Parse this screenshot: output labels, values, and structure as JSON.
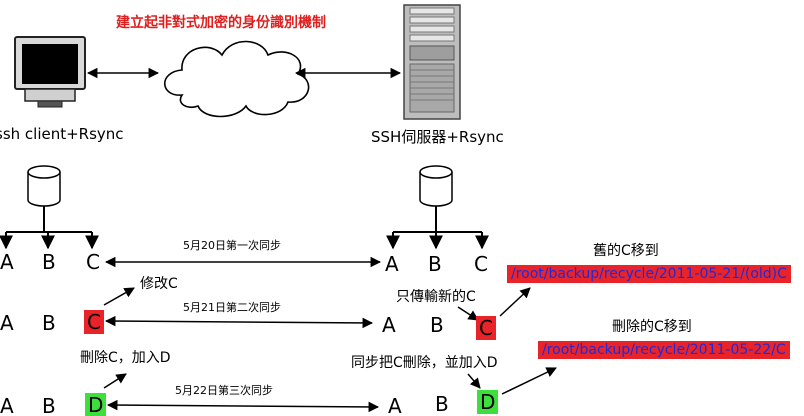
{
  "title": "建立起非對式加密的身份識別機制",
  "client_label": "ssh client+Rsync",
  "server_label": "SSH伺服器+Rsync",
  "files": [
    "A",
    "B",
    "C"
  ],
  "row3_last": "D",
  "sync_labels": [
    "5月20日第一次同步",
    "5月21日第二次同步",
    "5月22日第三次同步"
  ],
  "modify_label": "修改C",
  "delete_add_label": "刪除C，加入D",
  "transfer_new_label": "只傳輸新的C",
  "server_sync_delete_label": "同步把C刪除，並加入D",
  "old_c_label": "舊的C移到",
  "old_c_path": "/root/backup/recycle/2011-05-21/(old)C",
  "deleted_c_label": "刪除的C移到",
  "deleted_c_path": "/root/backup/recycle/2011-05-22/C",
  "colors": {
    "title": "#e02020",
    "highlight_red": "#e8232a",
    "highlight_green": "#3de03a",
    "path_text": "#1f2bd6"
  }
}
